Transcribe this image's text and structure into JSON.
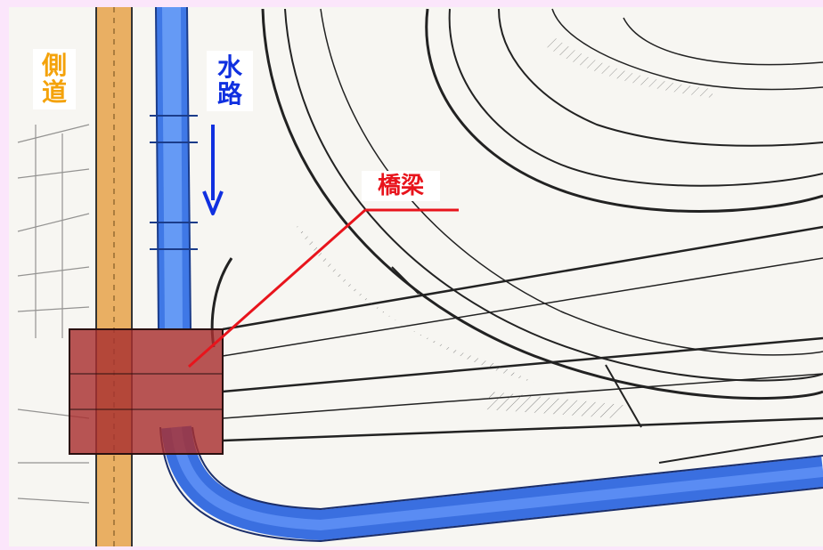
{
  "labels": {
    "side_road": [
      "側",
      "道"
    ],
    "waterway": [
      "水",
      "路"
    ],
    "bridge": "橋梁"
  },
  "colors": {
    "background_frame": "#fbe6fb",
    "side_road_text": "#f4a20a",
    "waterway_text": "#1030e0",
    "bridge_text": "#e8141c",
    "waterway_fill": "#3a6fe0",
    "side_road_fill": "#e8a040",
    "bridge_fill": "#a83030",
    "linework": "#222222"
  }
}
